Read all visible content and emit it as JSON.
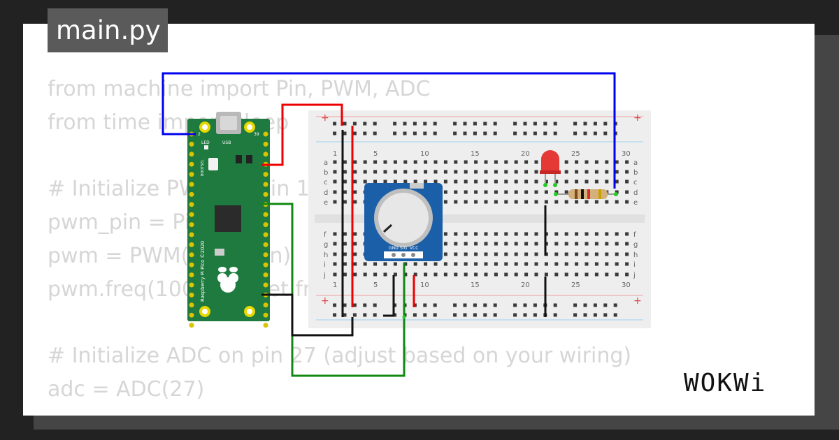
{
  "file_tab": {
    "label": "main.py"
  },
  "code_lines": [
    "from machine import Pin, PWM, ADC",
    "from time import sleep",
    "",
    "# Initialize PWM on pin 16",
    "pwm_pin = Pin(16)",
    "pwm = PWM(pwm_pin)",
    "pwm.freq(1000)  # Set frequency",
    "",
    "# Initialize ADC on pin 27 (adjust based on your wiring)",
    "adc = ADC(27)"
  ],
  "brand": {
    "logo_text": "WOKWi"
  },
  "board": {
    "name": "Raspberry Pi Pico ©2020",
    "pin_labels": [
      "2",
      "39"
    ],
    "led_label": "LED",
    "usb_label": "USB",
    "bootsel_label": "BOOTSEL"
  },
  "breadboard": {
    "column_numbers": [
      "1",
      "5",
      "10",
      "15",
      "20",
      "25",
      "30"
    ],
    "row_letters_top": [
      "a",
      "b",
      "c",
      "d",
      "e"
    ],
    "row_letters_bottom": [
      "f",
      "g",
      "h",
      "i",
      "j"
    ],
    "rail_symbols": [
      "+",
      "+"
    ]
  },
  "potentiometer": {
    "pins": [
      "GND",
      "SIG",
      "VCC"
    ]
  },
  "colors": {
    "wire_blue": "#0000ee",
    "wire_red": "#ee0000",
    "wire_green": "#118811",
    "wire_black": "#111111",
    "board_green": "#1e7a3e",
    "module_blue": "#1a5fa8",
    "led_red": "#e53935"
  }
}
